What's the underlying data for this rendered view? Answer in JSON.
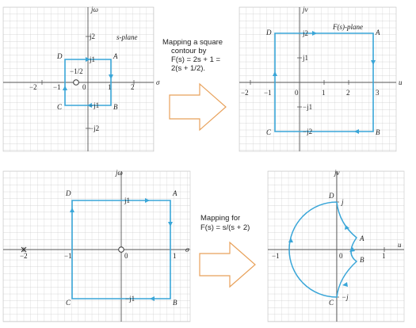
{
  "colors": {
    "contour": "#3aa6d8",
    "grid": "#c9c9c9",
    "axis": "#555555",
    "arrow_outline": "#e8a15a"
  },
  "captions": {
    "top": [
      "Mapping a square",
      "contour by",
      "F(s) = 2s + 1 =",
      "2(s + 1/2)."
    ],
    "bottom": [
      "Mapping for",
      "F(s) = s/(s + 2)"
    ]
  },
  "panels": {
    "s_top": {
      "title": "s-plane",
      "xlabel": "σ",
      "ylabel": "jω",
      "x_ticks": [
        "−2",
        "−1",
        "0",
        "1",
        "2"
      ],
      "y_labels": [
        "j2",
        "j1",
        "−j1",
        "−j2"
      ],
      "corners": [
        "A",
        "B",
        "C",
        "D"
      ],
      "pole_label": "−1/2"
    },
    "f_top": {
      "title": "F(s)-plane",
      "xlabel": "u",
      "ylabel": "jv",
      "x_ticks": [
        "−2",
        "−1",
        "0",
        "1",
        "2",
        "3"
      ],
      "y_labels": [
        "j2",
        "j1",
        "−j1",
        "−j2"
      ],
      "corners": [
        "A",
        "B",
        "C",
        "D"
      ]
    },
    "s_bottom": {
      "xlabel": "σ",
      "ylabel": "jω",
      "x_ticks": [
        "−2",
        "−1",
        "0",
        "1"
      ],
      "y_labels": [
        "j1",
        "−j1"
      ],
      "corners": [
        "A",
        "B",
        "C",
        "D"
      ]
    },
    "f_bottom": {
      "xlabel": "u",
      "ylabel": "jv",
      "x_ticks": [
        "−1",
        "0",
        "1"
      ],
      "y_labels": [
        "j",
        "−j"
      ],
      "corners": [
        "A",
        "B",
        "C",
        "D"
      ]
    }
  }
}
